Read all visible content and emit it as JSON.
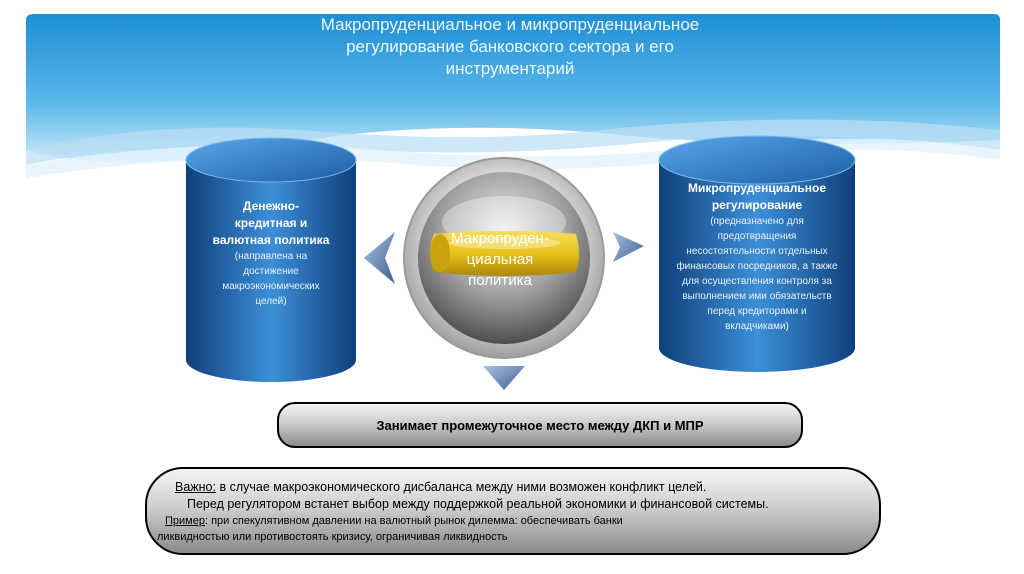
{
  "slide": {
    "title_lines": [
      "Макропруденциальное и микропруденциальное",
      "регулирование банковского сектора и его",
      "инструментарий"
    ]
  },
  "left_block": {
    "heading_lines": [
      "Денежно-",
      "кредитная и",
      "валютная политика"
    ],
    "note_lines": [
      "(направлена на",
      "достижение",
      "макроэкономических",
      "целей)"
    ]
  },
  "center_block": {
    "label_lines": [
      "Макропруден-",
      "циальная",
      "политика"
    ]
  },
  "right_block": {
    "heading_lines": [
      "Микропруденциальное",
      "регулирование"
    ],
    "note_lines": [
      "(предназначено для",
      "предотвращения",
      "несостоятельности отдельных",
      "финансовых посредников, а также",
      "для осуществления контроля за",
      "выполнением ими обязательств",
      "перед кредиторами и",
      "вкладчиками)"
    ]
  },
  "middle_bar": {
    "text": "Занимает промежуточное место между ДКП и МПР"
  },
  "bottom_box": {
    "important_label": "Важно:",
    "line1": " в случае макроэкономического дисбаланса между ними возможен конфликт целей.",
    "line2": "Перед регулятором встанет выбор между поддержкой реальной экономики и финансовой системы.",
    "example_label": "Пример",
    "line3": ": при спекулятивном давлении на валютный рынок дилемма: обеспечивать банки",
    "line4": "ликвидностью или противостоять кризису, ограничивая ликвидность"
  },
  "colors": {
    "sky_blue": "#2a9fe0",
    "cylinder_blue": "#1f6fb8",
    "capsule_gold": "#e8c21a",
    "arrow_blue": "#4f6f9d"
  }
}
